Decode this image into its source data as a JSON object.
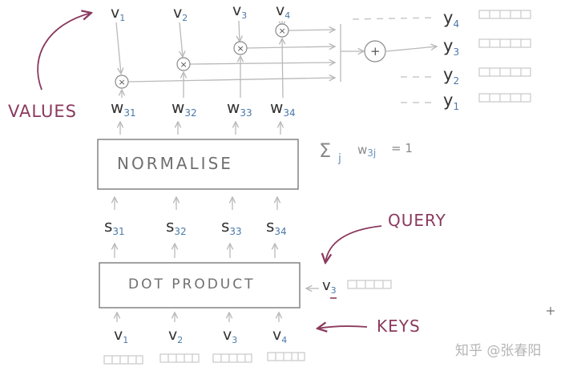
{
  "labels": {
    "values": "VALUES",
    "query": "QUERY",
    "keys": "KEYS",
    "normalise": "NORMALISE",
    "dot_product": "DOT PRODUCT",
    "formula_main": "Σ",
    "formula_j": "j",
    "formula_w": "w",
    "formula_3j": "3j",
    "formula_rhs": "= 1",
    "watermark": "知乎 @张春阳",
    "query_vec_base": "v",
    "query_vec_sub": "3",
    "plus": "+",
    "times": "×"
  },
  "top_values": [
    {
      "base": "v",
      "sub": "1"
    },
    {
      "base": "v",
      "sub": "2"
    },
    {
      "base": "v",
      "sub": "3"
    },
    {
      "base": "v",
      "sub": "4"
    }
  ],
  "weights": [
    {
      "base": "w",
      "sub": "31"
    },
    {
      "base": "w",
      "sub": "32"
    },
    {
      "base": "w",
      "sub": "33"
    },
    {
      "base": "w",
      "sub": "34"
    }
  ],
  "scores": [
    {
      "base": "s",
      "sub": "31"
    },
    {
      "base": "s",
      "sub": "32"
    },
    {
      "base": "s",
      "sub": "33"
    },
    {
      "base": "s",
      "sub": "34"
    }
  ],
  "keys": [
    {
      "base": "v",
      "sub": "1"
    },
    {
      "base": "v",
      "sub": "2"
    },
    {
      "base": "v",
      "sub": "3"
    },
    {
      "base": "v",
      "sub": "4"
    }
  ],
  "outputs": [
    {
      "base": "y",
      "sub": "4"
    },
    {
      "base": "y",
      "sub": "3"
    },
    {
      "base": "y",
      "sub": "2"
    },
    {
      "base": "y",
      "sub": "1"
    }
  ]
}
